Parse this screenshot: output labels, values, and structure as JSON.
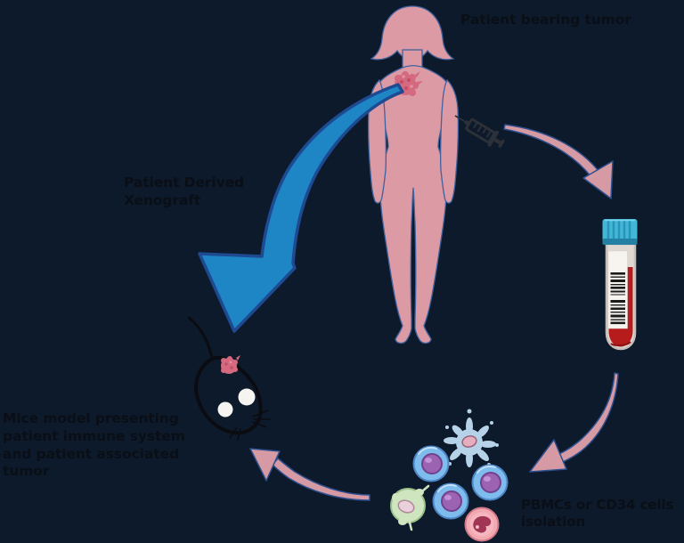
{
  "diagram": {
    "type": "circular-workflow",
    "topic": "Humanized PDX mouse model generation"
  },
  "labels": {
    "patient_tumor": "Patient bearing tumor",
    "pdx_line1": "Patient Derived",
    "pdx_line2": "Xenograft",
    "mice_line1": "Mice model presenting",
    "mice_line2": "patient immune system",
    "mice_line3": "and patient associated",
    "mice_line4": "tumor",
    "pbmc_line1": "PBMCs or CD34 cells",
    "pbmc_line2": "isolation"
  },
  "icons": {
    "patient_figure": "female-body-silhouette",
    "chest_tumor": "tumor",
    "syringe": "syringe",
    "blood_tube": "blood-collection-tube-with-barcode",
    "mouse": "laboratory-mouse-with-tumor",
    "cells": "immune-cell-cluster"
  },
  "colors": {
    "background": "#0d1a2b",
    "text": "#0a0e16",
    "body_pink": "#dc9aa4",
    "tumor_pink": "#d4697f",
    "arrow_pink": "#d59aa4",
    "arrow_blue": "#1e86c5",
    "arrow_blue_outline": "#1d4a91",
    "tube_cap": "#42b6d6",
    "blood_red": "#b71c1c",
    "cell_blue": "#7fbcee",
    "cell_green": "#cfe5c0",
    "cell_pink": "#f2a9b2",
    "nucleus_purple": "#9d63b3",
    "ear_white": "#f6f4f0"
  }
}
